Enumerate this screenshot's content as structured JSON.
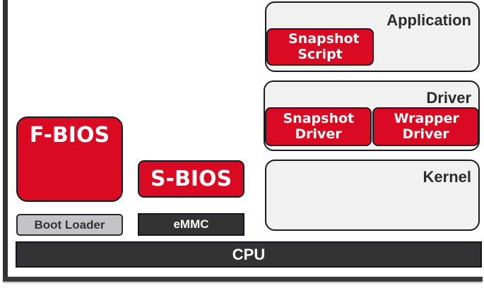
{
  "diagram": {
    "hardware": {
      "cpu_label": "CPU",
      "boot_loader_label": "Boot Loader",
      "emmc_label": "eMMC"
    },
    "firmware": {
      "fbios_label": "F-BIOS",
      "sbios_label": "S-BIOS"
    },
    "software_stack": {
      "application": {
        "label": "Application",
        "components": [
          "Snapshot Script"
        ]
      },
      "driver": {
        "label": "Driver",
        "components": [
          "Snapshot Driver",
          "Wrapper Driver"
        ]
      },
      "kernel": {
        "label": "Kernel"
      }
    },
    "colors": {
      "highlight_red": "#d90a22",
      "dark_block": "#333333",
      "layer_fill": "#f1f1f2",
      "boot_loader_fill": "#c4c4c6"
    }
  }
}
